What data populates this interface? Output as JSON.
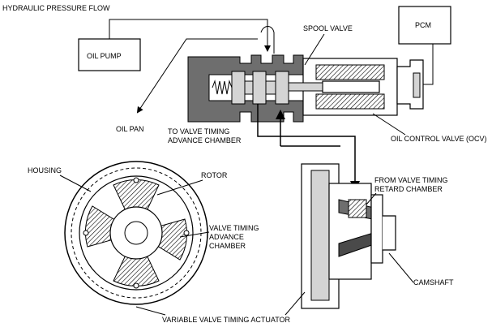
{
  "labels": {
    "hydraulic_pressure_flow": "HYDRAULIC PRESSURE FLOW",
    "oil_pump": "OIL PUMP",
    "pcm": "PCM",
    "spool_valve": "SPOOL VALVE",
    "oil_pan": "OIL PAN",
    "to_advance_line1": "TO VALVE TIMING",
    "to_advance_line2": "ADVANCE CHAMBER",
    "oil_control_valve": "OIL CONTROL VALVE (OCV)",
    "housing": "HOUSING",
    "rotor": "ROTOR",
    "from_retard_line1": "FROM VALVE TIMING",
    "from_retard_line2": "RETARD CHAMBER",
    "advance_chamber_line1": "VALVE TIMING",
    "advance_chamber_line2": "ADVANCE",
    "advance_chamber_line3": "CHAMBER",
    "camshaft": "CAMSHAFT",
    "actuator": "VARIABLE VALVE TIMING ACTUATOR"
  }
}
